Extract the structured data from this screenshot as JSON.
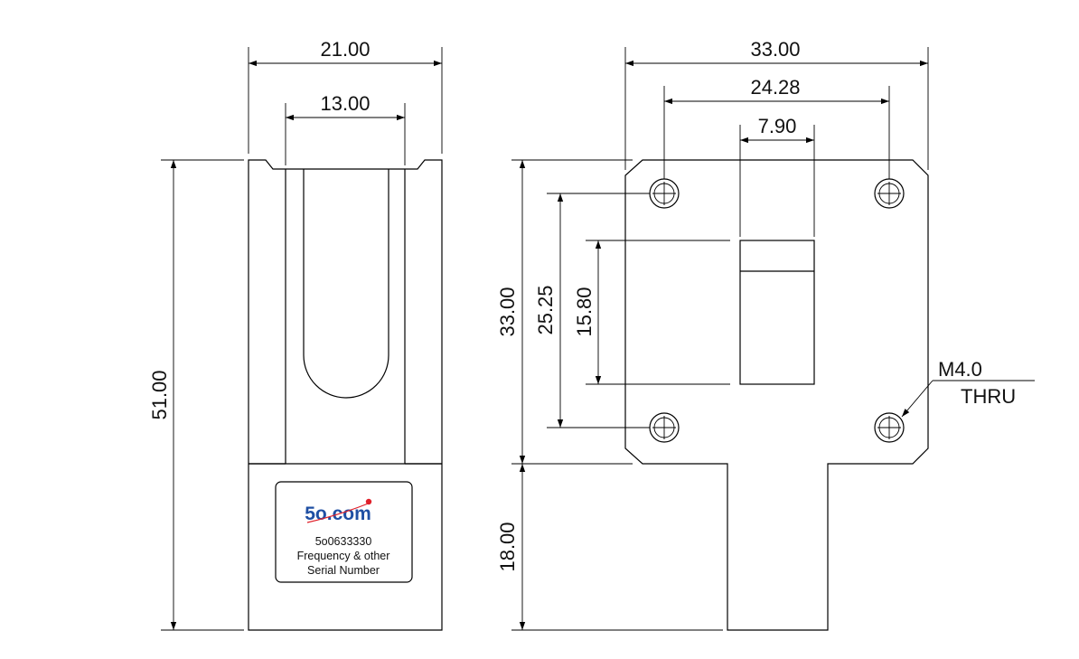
{
  "left_view": {
    "dimensions": {
      "overall_width": "21.00",
      "slot_width": "13.00",
      "overall_height": "51.00"
    },
    "label": {
      "logo": "5o.com",
      "part_number": "5o0633330",
      "line2": "Frequency & other",
      "line3": "Serial Number"
    }
  },
  "right_view": {
    "dimensions": {
      "overall_width": "33.00",
      "hole_spacing_x": "24.28",
      "slot_width": "7.90",
      "flange_height": "33.00",
      "hole_spacing_y": "25.25",
      "slot_height": "15.80",
      "neck_height": "18.00"
    },
    "hole_callout": {
      "line1": "M4.0",
      "line2": "THRU"
    }
  },
  "colors": {
    "line": "#000000",
    "logo_blue": "#1f4fa3",
    "logo_dot": "#e0202a"
  }
}
